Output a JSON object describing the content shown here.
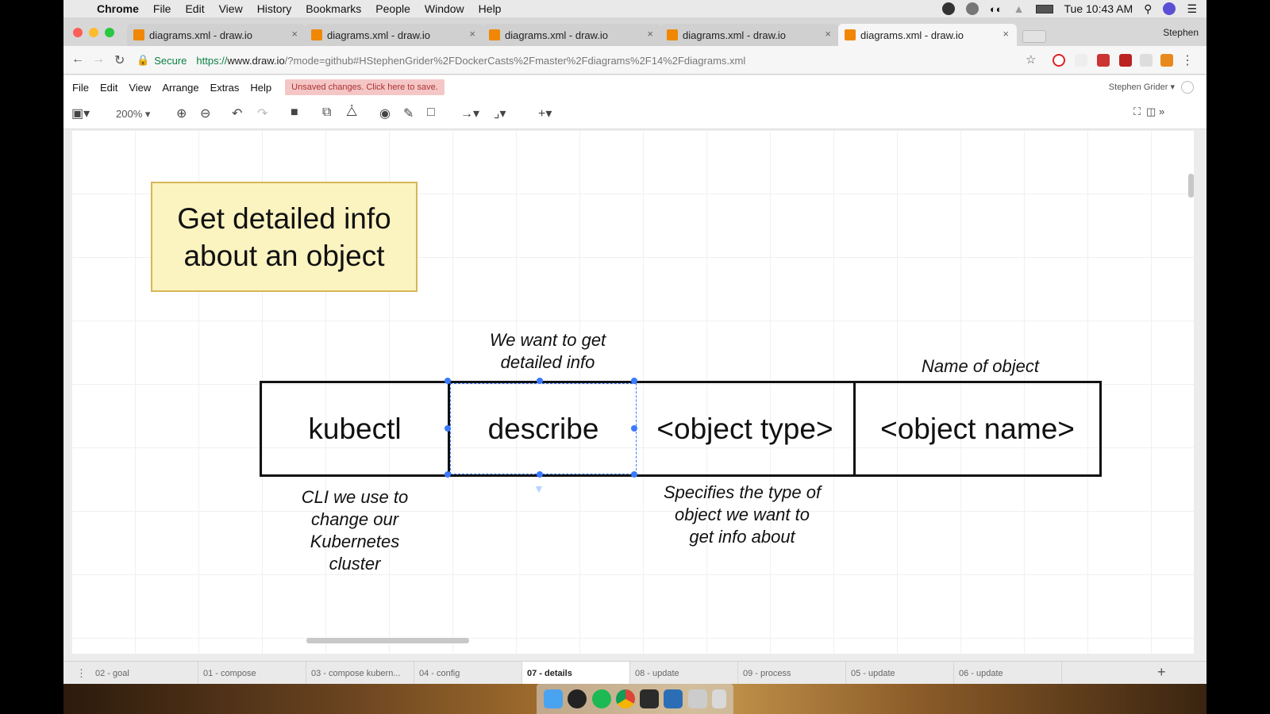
{
  "menubar": {
    "app_name": "Chrome",
    "items": [
      "File",
      "Edit",
      "View",
      "History",
      "Bookmarks",
      "People",
      "Window",
      "Help"
    ],
    "clock": "Tue 10:43 AM"
  },
  "browser": {
    "tabs": [
      {
        "title": "diagrams.xml - draw.io"
      },
      {
        "title": "diagrams.xml - draw.io"
      },
      {
        "title": "diagrams.xml - draw.io"
      },
      {
        "title": "diagrams.xml - draw.io"
      },
      {
        "title": "diagrams.xml - draw.io"
      }
    ],
    "profile_name": "Stephen",
    "secure_label": "Secure",
    "url_scheme": "https://",
    "url_host": "www.draw.io",
    "url_path": "/?mode=github#HStephenGrider%2FDockerCasts%2Fmaster%2Fdiagrams%2F14%2Fdiagrams.xml"
  },
  "drawio": {
    "menu": [
      "File",
      "Edit",
      "View",
      "Arrange",
      "Extras",
      "Help"
    ],
    "unsaved_notice": "Unsaved changes. Click here to save.",
    "user_name": "Stephen Grider",
    "zoom": "200%"
  },
  "diagram": {
    "title": "Get detailed info about an object",
    "cells": [
      "kubectl",
      "describe",
      "<object type>",
      "<object name>"
    ],
    "notes": {
      "describe_above": "We want to get detailed info",
      "name_above": "Name of object",
      "kubectl_below": "CLI we use to change our Kubernetes cluster",
      "type_below": "Specifies the type of object we want to get info about"
    },
    "colors": {
      "title_fill": "#fbf3c0",
      "title_stroke": "#d6b656",
      "selection": "#3a7afe"
    }
  },
  "pages": [
    {
      "label": "02 - goal"
    },
    {
      "label": "01 - compose"
    },
    {
      "label": "03 - compose kubern..."
    },
    {
      "label": "04 - config"
    },
    {
      "label": "07 - details",
      "active": true
    },
    {
      "label": "08 - update"
    },
    {
      "label": "09 - process"
    },
    {
      "label": "05 - update"
    },
    {
      "label": "06 - update"
    }
  ]
}
